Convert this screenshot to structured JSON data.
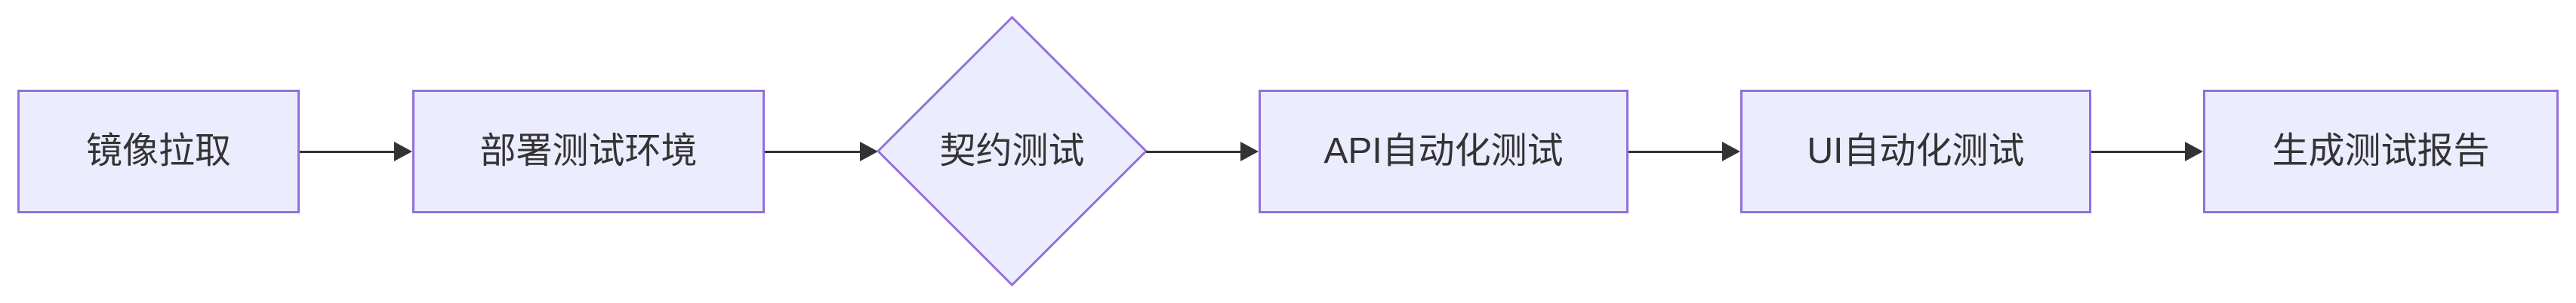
{
  "diagram": {
    "type": "flowchart",
    "direction": "left-to-right",
    "nodes": [
      {
        "id": "A",
        "label": "镜像拉取",
        "shape": "rectangle"
      },
      {
        "id": "B",
        "label": "部署测试环境",
        "shape": "rectangle"
      },
      {
        "id": "C",
        "label": "契约测试",
        "shape": "diamond"
      },
      {
        "id": "D",
        "label": "API自动化测试",
        "shape": "rectangle"
      },
      {
        "id": "E",
        "label": "UI自动化测试",
        "shape": "rectangle"
      },
      {
        "id": "F",
        "label": "生成测试报告",
        "shape": "rectangle"
      }
    ],
    "edges": [
      {
        "from": "镜像拉取",
        "to": "部署测试环境",
        "style": "arrow"
      },
      {
        "from": "部署测试环境",
        "to": "契约测试",
        "style": "arrow"
      },
      {
        "from": "契约测试",
        "to": "API自动化测试",
        "style": "arrow"
      },
      {
        "from": "API自动化测试",
        "to": "UI自动化测试",
        "style": "arrow"
      },
      {
        "from": "UI自动化测试",
        "to": "生成测试报告",
        "style": "arrow"
      }
    ],
    "colors": {
      "node_fill": "#ECECFF",
      "node_border": "#9370DB",
      "edge": "#333333",
      "text": "#333333",
      "background": "#FFFFFF"
    }
  }
}
